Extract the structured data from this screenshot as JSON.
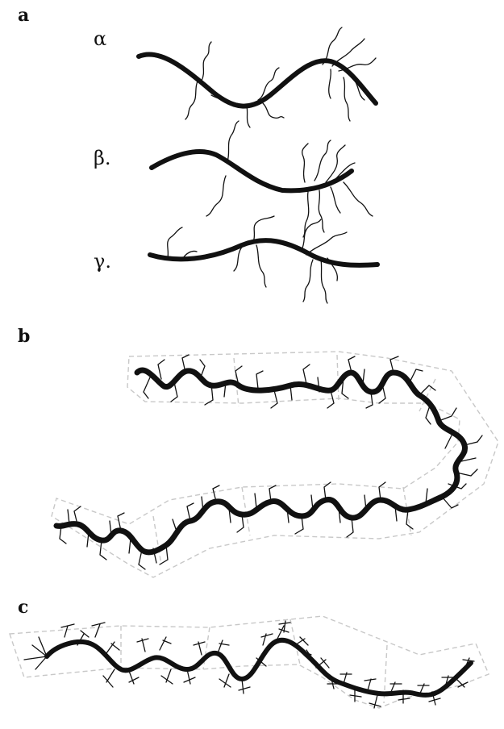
{
  "panels": {
    "a": {
      "label": "a",
      "rows": [
        {
          "label": "α"
        },
        {
          "label": "β."
        },
        {
          "label": "γ."
        }
      ]
    },
    "b": {
      "label": "b"
    },
    "c": {
      "label": "c"
    }
  },
  "colors": {
    "backbone": "#111111",
    "segment_outline": "#c8c8c8",
    "background": "#ffffff"
  }
}
